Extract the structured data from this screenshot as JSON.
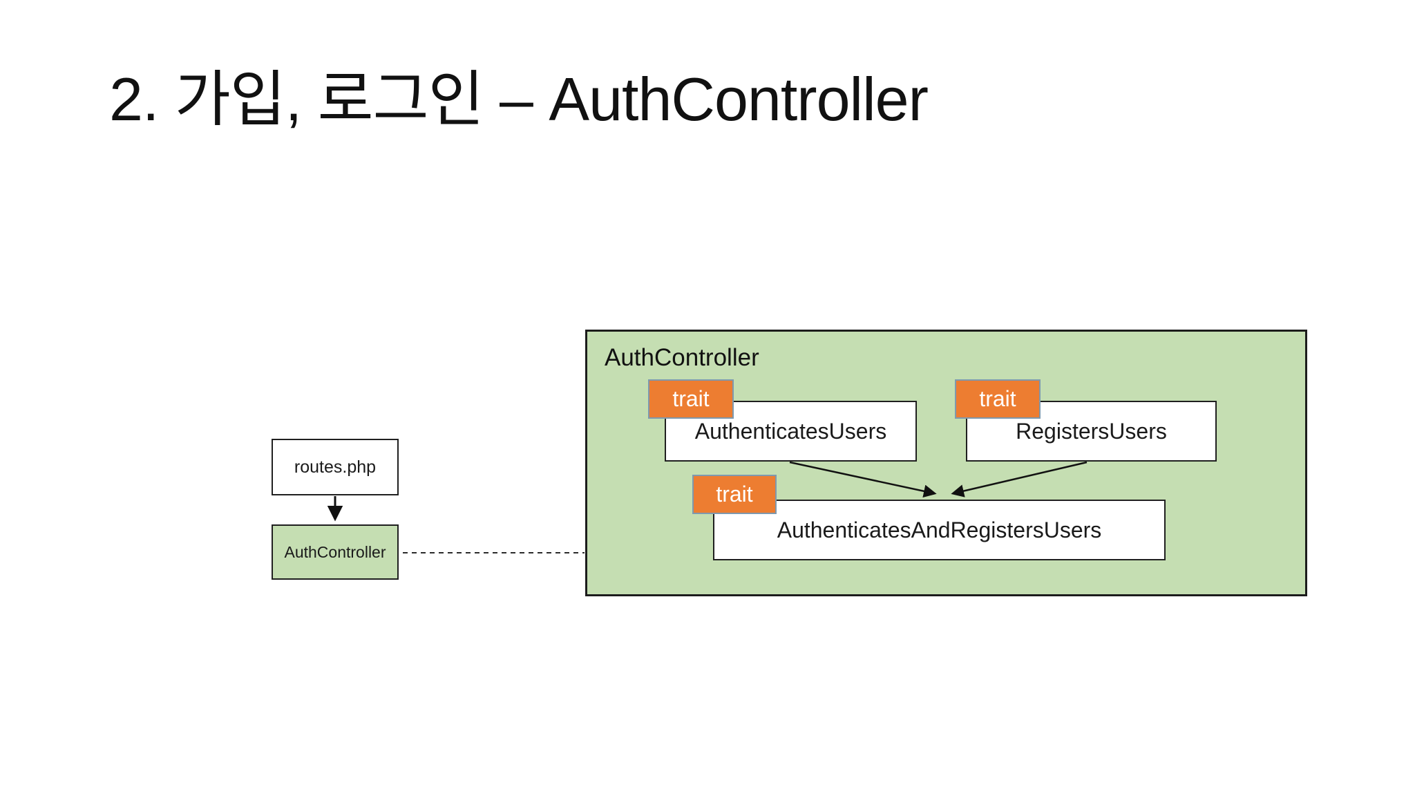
{
  "slide": {
    "title": "2. 가입, 로그인 – AuthController"
  },
  "colors": {
    "container_fill": "#c5deb2",
    "badge_fill": "#ed7d31",
    "badge_border": "#7e99ae",
    "box_border": "#1f1f1f",
    "badge_text": "#ffffff",
    "title_text": "#111111"
  },
  "flow": {
    "source_box": "routes.php",
    "controller_box": "AuthController"
  },
  "container": {
    "title": "AuthController",
    "badge_label": "trait",
    "traits": [
      "AuthenticatesUsers",
      "RegistersUsers",
      "AuthenticatesAndRegistersUsers"
    ]
  }
}
